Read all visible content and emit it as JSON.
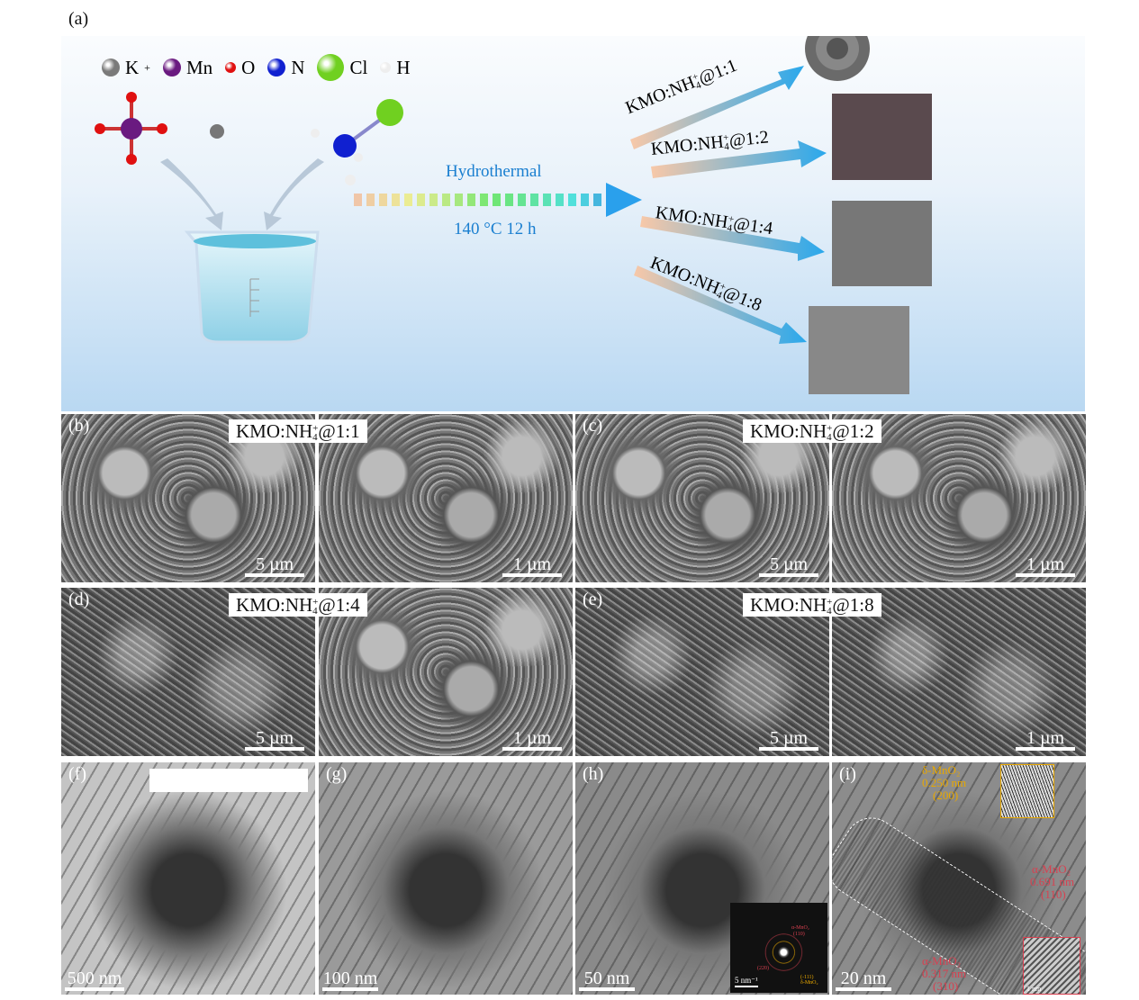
{
  "panel_a": {
    "label": "(a)",
    "legend": [
      {
        "symbol": "K",
        "sup": "+",
        "color": "#7a7a7a"
      },
      {
        "symbol": "Mn",
        "sup": "",
        "color": "#6a1a80"
      },
      {
        "symbol": "O",
        "sup": "",
        "color": "#e01010"
      },
      {
        "symbol": "N",
        "sup": "",
        "color": "#1020d0"
      },
      {
        "symbol": "Cl",
        "sup": "",
        "color": "#70d020"
      },
      {
        "symbol": "H",
        "sup": "",
        "color": "#eeeeee"
      }
    ],
    "process": "Hydrothermal",
    "conditions": "140 °C 12 h",
    "products": [
      {
        "prefix": "KMO:NH",
        "ratio": "@1:1"
      },
      {
        "prefix": "KMO:NH",
        "ratio": "@1:2"
      },
      {
        "prefix": "KMO:NH",
        "ratio": "@1:4"
      },
      {
        "prefix": "KMO:NH",
        "ratio": "@1:8"
      }
    ],
    "sub": "4",
    "sup": "+"
  },
  "sem_panels": [
    {
      "label": "(b)",
      "tag": "KMO:NH",
      "ratio": "@1:1",
      "scale_low": "5 µm",
      "scale_high": "1 µm"
    },
    {
      "label": "(c)",
      "tag": "KMO:NH",
      "ratio": "@1:2",
      "scale_low": "5 µm",
      "scale_high": "1 µm"
    },
    {
      "label": "(d)",
      "tag": "KMO:NH",
      "ratio": "@1:4",
      "scale_low": "5 µm",
      "scale_high": "1 µm"
    },
    {
      "label": "(e)",
      "tag": "KMO:NH",
      "ratio": "@1:8",
      "scale_low": "5 µm",
      "scale_high": "1 µm"
    }
  ],
  "tem_panels": [
    {
      "label": "(f)",
      "scale": "500 nm"
    },
    {
      "label": "(g)",
      "scale": "100 nm"
    },
    {
      "label": "(h)",
      "scale": "50 nm"
    },
    {
      "label": "(i)",
      "scale": "20 nm"
    }
  ],
  "saed": {
    "scale": "5 nm⁻¹",
    "ring1": "α-MnO₂",
    "ring1_hkl": "(110)",
    "ring2": "(220)",
    "ring3": "(-111)",
    "ring3_phase": "δ-MnO₂"
  },
  "hrtem": {
    "d1_phase": "δ-MnO₂",
    "d1": "0.250 nm",
    "d1_hkl": "(200)",
    "d2_phase": "α-MnO₂",
    "d2": "0.691 nm",
    "d2_hkl": "(110)",
    "d3_phase": "α-MnO₂",
    "d3": "0.317 nm",
    "d3_hkl": "(310)",
    "inset_scale": "1 nm"
  },
  "colors": {
    "yellow": "#e8a800",
    "red": "#d84050",
    "blue": "#1a7fd0"
  }
}
